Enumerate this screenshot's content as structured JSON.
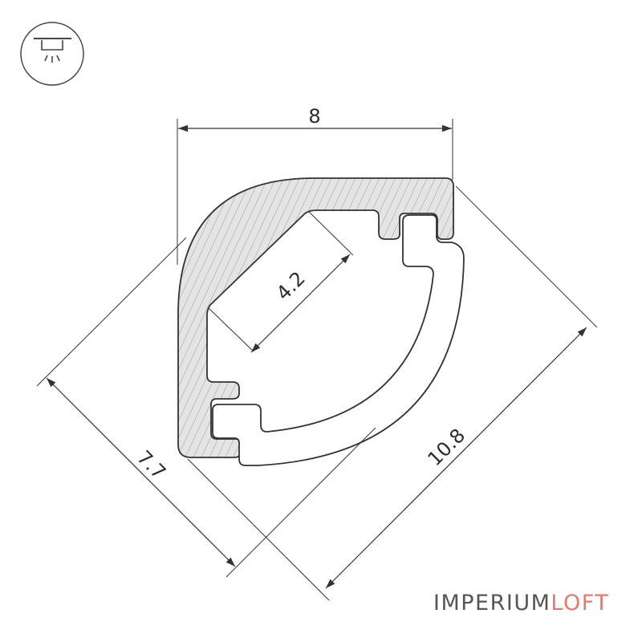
{
  "icon": "ceiling-downlight-icon",
  "dimensions": {
    "width": "8",
    "inner_width": "4.2",
    "side": "7.7",
    "diagonal": "10.8"
  },
  "brand": {
    "part1": "IMPERIUM",
    "part2": "LOFT",
    "color1": "#555555",
    "color2": "#e8786a"
  },
  "colors": {
    "line": "#333333",
    "hatch": "#999999",
    "body_fill": "#e2e2e2"
  }
}
